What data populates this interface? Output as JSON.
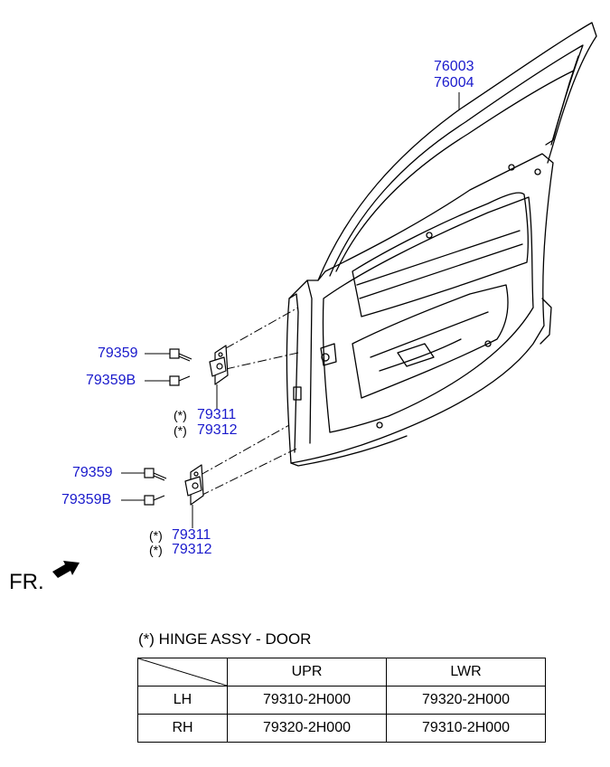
{
  "callouts": {
    "door_upper": "76003",
    "door_lower": "76004",
    "bolt_top_1": "79359",
    "bolt_top_2": "79359B",
    "hinge_top_1": "79311",
    "hinge_top_2": "79312",
    "bolt_bot_1": "79359",
    "bolt_bot_2": "79359B",
    "hinge_bot_1": "79311",
    "hinge_bot_2": "79312",
    "asterisk": "(*)"
  },
  "direction_label": "FR.",
  "table": {
    "caption": "(*) HINGE ASSY - DOOR",
    "columns": [
      "",
      "UPR",
      "LWR"
    ],
    "rows": [
      {
        "side": "LH",
        "upr": "79310-2H000",
        "lwr": "79320-2H000"
      },
      {
        "side": "RH",
        "upr": "79320-2H000",
        "lwr": "79310-2H000"
      }
    ]
  },
  "colors": {
    "callout": "#1a1acc",
    "lines": "#000000"
  }
}
